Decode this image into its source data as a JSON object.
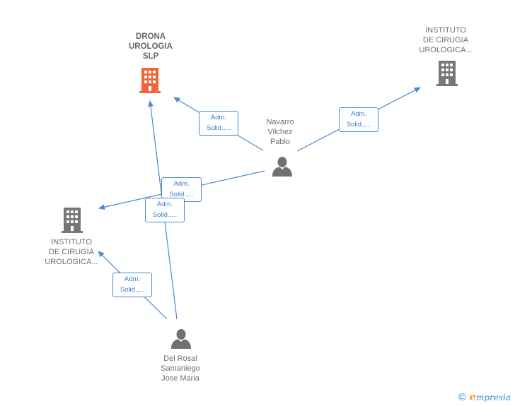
{
  "colors": {
    "edge": "#4a8ad4",
    "company_main": "#f0653a",
    "company": "#777777",
    "person": "#707070"
  },
  "nodes": {
    "drona": {
      "label": "DRONA\nUROLOGIA\nSLP",
      "icon": "building-icon"
    },
    "instituto_top": {
      "label": "INSTITUTO\nDE CIRUGIA\nUROLOGICA...",
      "icon": "building-icon"
    },
    "instituto_left": {
      "label": "INSTITUTO\nDE CIRUGIA\nUROLOGICA...",
      "icon": "building-icon"
    },
    "navarro": {
      "label": "Navarro\nVilchez\nPablo",
      "icon": "person-icon"
    },
    "delrosal": {
      "label": "Del Rosal\nSamaniego\nJose Maria",
      "icon": "person-icon"
    }
  },
  "edges": [
    {
      "id": "navarro-drona",
      "label": "Adm.\nSolid.,..."
    },
    {
      "id": "navarro-instituto-top",
      "label": "Adm.\nSolid.,..."
    },
    {
      "id": "navarro-instituto-left",
      "label": "Adm.\nSolid.,..."
    },
    {
      "id": "delrosal-drona",
      "label": "Adm.\nSolid.,..."
    },
    {
      "id": "delrosal-instituto-left",
      "label": "Adm.\nSolid.,..."
    }
  ],
  "brand": {
    "copyright": "©",
    "initial": "e",
    "name": "mpresia"
  }
}
